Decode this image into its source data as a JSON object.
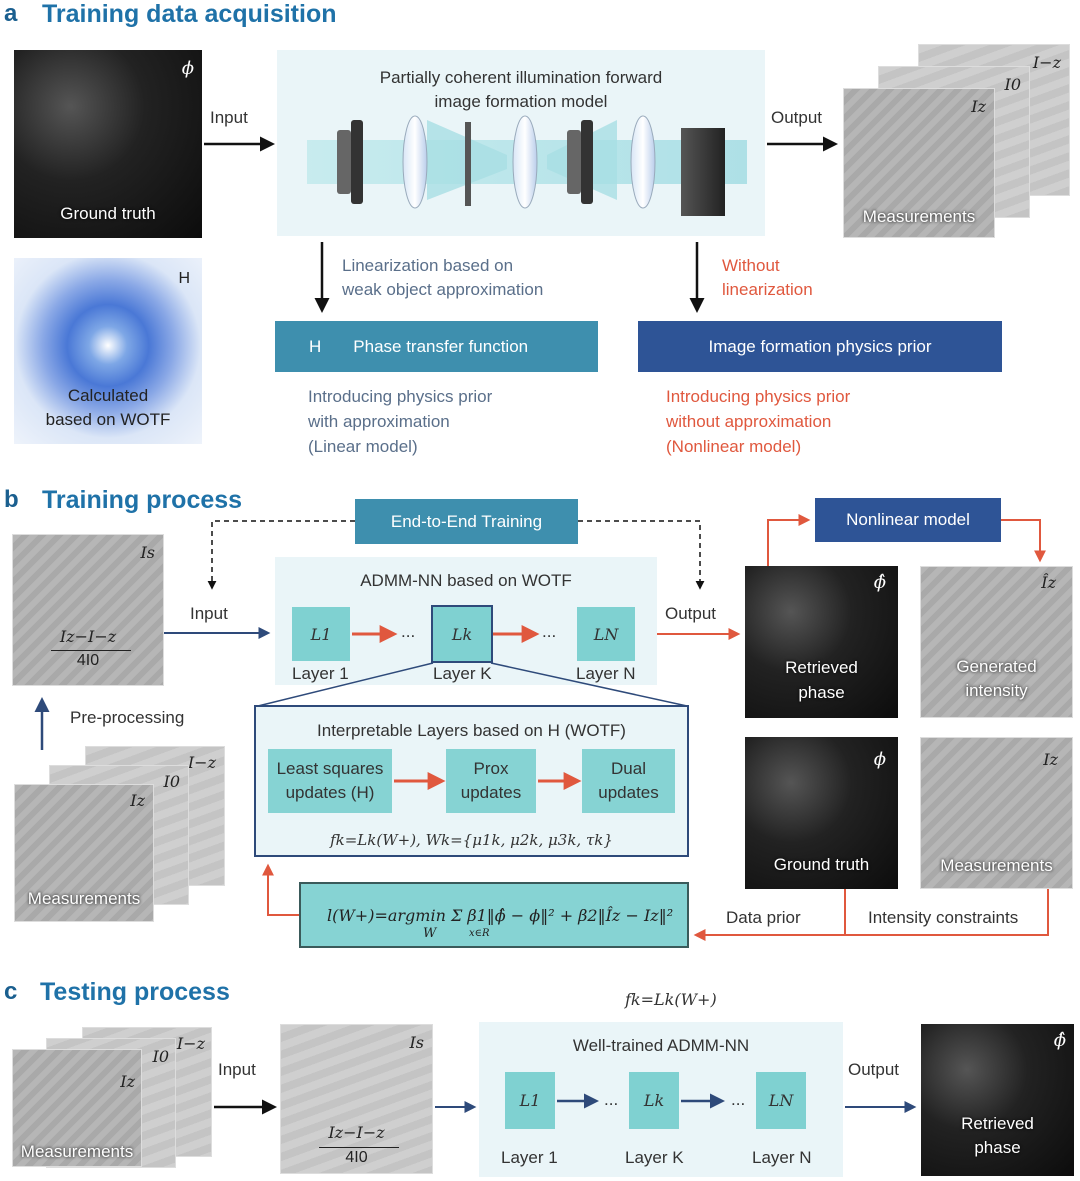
{
  "sections": {
    "a": {
      "letter": "a",
      "title": "Training data acquisition"
    },
    "b": {
      "letter": "b",
      "title": "Training process"
    },
    "c": {
      "letter": "c",
      "title": "Testing process"
    }
  },
  "a": {
    "phi_label": "ϕ",
    "ground_truth": "Ground truth",
    "input": "Input",
    "output": "Output",
    "model_title_1": "Partially coherent illumination forward",
    "model_title_2": "image formation model",
    "measurements": "Measurements",
    "Iz": "Iz",
    "I0": "I0",
    "I_z": "I−z",
    "H_label": "H",
    "wotf_1": "Calculated",
    "wotf_2": "based on WOTF",
    "lin_1": "Linearization based on",
    "lin_2": "weak object approximation",
    "nolin_1": "Without",
    "nolin_2": "linearization",
    "ptf_H": "H",
    "ptf": "Phase transfer function",
    "physics_prior": "Image formation physics prior",
    "intro_1": "Introducing physics prior",
    "intro_2": "with approximation",
    "intro_3": "(Linear model)",
    "intro_r1": "Introducing physics prior",
    "intro_r2": "without approximation",
    "intro_r3": "(Nonlinear model)"
  },
  "b": {
    "e2e": "End-to-End Training",
    "Is": "Is",
    "frac_num": "Iz−I−z",
    "frac_den": "4I0",
    "input": "Input",
    "output": "Output",
    "preprocessing": "Pre-processing",
    "measurements": "Measurements",
    "Iz": "Iz",
    "I0": "I0",
    "I_z": "I−z",
    "admm_title": "ADMM-NN based on WOTF",
    "L1": "L1",
    "Lk": "Lk",
    "LN": "LN",
    "layer1": "Layer 1",
    "layerK": "Layer K",
    "layerN": "Layer N",
    "dots": "...",
    "interp_title": "Interpretable Layers based on H (WOTF)",
    "ls_1": "Least squares",
    "ls_2": "updates (H)",
    "prox_1": "Prox",
    "prox_2": "updates",
    "dual_1": "Dual",
    "dual_2": "updates",
    "fk_eq": "fk=Lk(W+), Wk={μ1k, μ2k, μ3k, τk}",
    "nonlinear": "Nonlinear model",
    "phi_hat": "ϕ̂",
    "retrieved_1": "Retrieved",
    "retrieved_2": "phase",
    "Iz_hat": "Îz",
    "generated_1": "Generated",
    "generated_2": "intensity",
    "phi": "ϕ",
    "ground_truth": "Ground truth",
    "Iz2": "Iz",
    "measurements2": "Measurements",
    "data_prior": "Data prior",
    "intensity_constraints": "Intensity constraints",
    "loss": "l(W+)=argmin Σ β1‖ϕ̂ − ϕ‖² + β2‖Îz − Iz‖²",
    "loss_under": "W",
    "loss_sub": "x∈R"
  },
  "c": {
    "fk": "fk=Lk(W+)",
    "measurements": "Measurements",
    "Iz": "Iz",
    "I0": "I0",
    "I_z": "I−z",
    "input": "Input",
    "Is": "Is",
    "frac_num": "Iz−I−z",
    "frac_den": "4I0",
    "admm_title": "Well-trained ADMM-NN",
    "L1": "L1",
    "Lk": "Lk",
    "LN": "LN",
    "layer1": "Layer 1",
    "layerK": "Layer K",
    "layerN": "Layer N",
    "dots": "...",
    "output": "Output",
    "phi_hat": "ϕ̂",
    "retrieved_1": "Retrieved",
    "retrieved_2": "phase"
  },
  "colors": {
    "teal": "#3e8fae",
    "navy": "#2e5496",
    "red": "#e0583e",
    "cyan_box": "#7fd1d1",
    "panel": "#eaf5f8",
    "section": "#1f72a8"
  }
}
